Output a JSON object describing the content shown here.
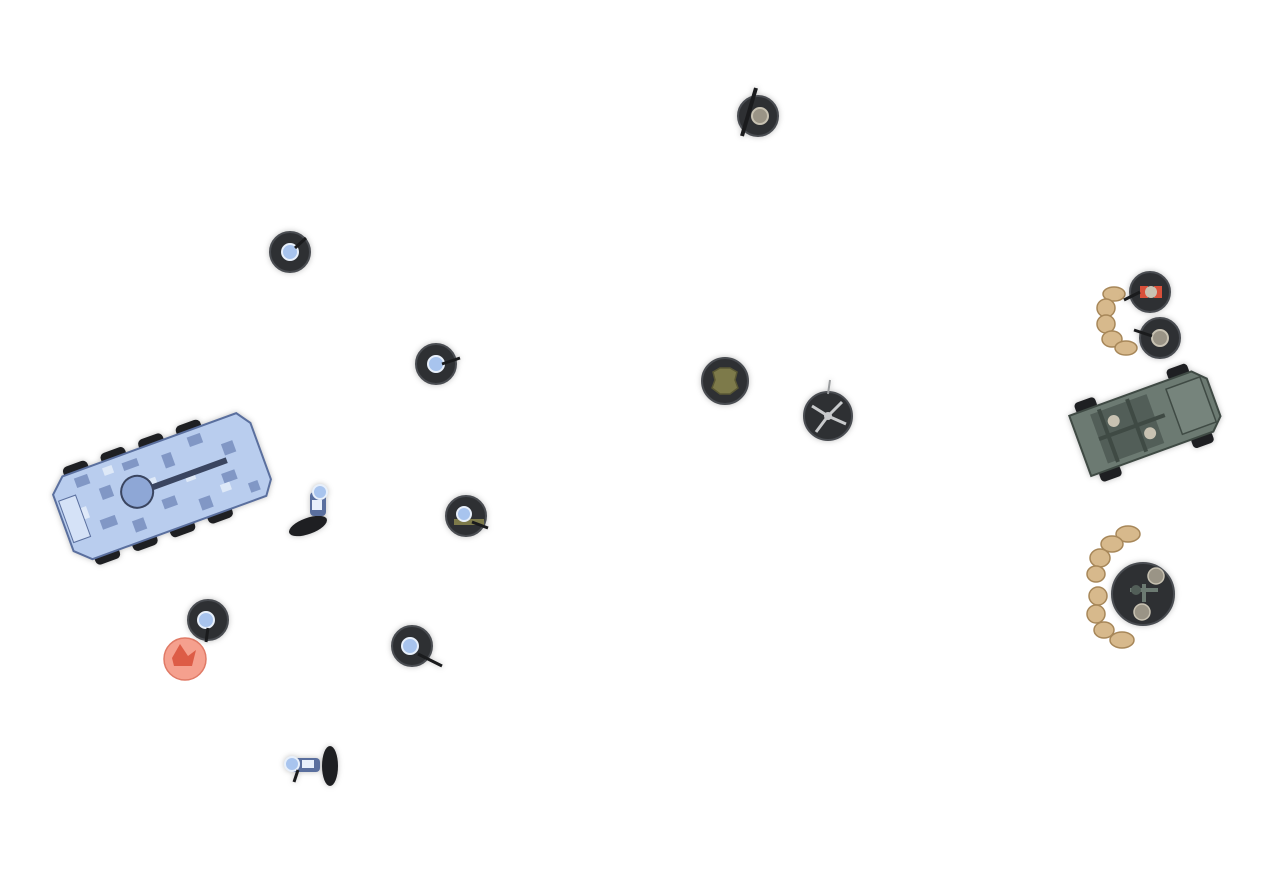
{
  "scene": "tabletop-wargame-top-down",
  "colors": {
    "base": "#2e3033",
    "base_rim": "#4a4d52",
    "blue_faction": "#a8c4ee",
    "blue_dark": "#5a6f9e",
    "grey_faction": "#6c7a72",
    "tan_sandbags": "#d7b98c",
    "objective_marker": "#f5a08e",
    "olive_crate": "#7d7a4a"
  },
  "units": [
    {
      "id": "blue-apc",
      "icon": "apc-vehicle-icon",
      "faction": "blue"
    },
    {
      "id": "blue-soldier-1",
      "icon": "infantry-base-icon",
      "faction": "blue"
    },
    {
      "id": "blue-soldier-2",
      "icon": "infantry-base-icon",
      "faction": "blue"
    },
    {
      "id": "blue-soldier-3",
      "icon": "infantry-base-icon",
      "faction": "blue"
    },
    {
      "id": "blue-soldier-4",
      "icon": "infantry-base-icon",
      "faction": "blue"
    },
    {
      "id": "blue-soldier-5",
      "icon": "infantry-base-icon",
      "faction": "blue"
    },
    {
      "id": "blue-soldier-6",
      "icon": "infantry-base-icon",
      "faction": "blue"
    },
    {
      "id": "blue-soldier-7",
      "icon": "infantry-base-icon",
      "faction": "blue"
    },
    {
      "id": "objective-marker",
      "icon": "objective-marker-icon",
      "faction": "neutral"
    },
    {
      "id": "enemy-soldier-north",
      "icon": "infantry-base-icon",
      "faction": "grey"
    },
    {
      "id": "supply-crate",
      "icon": "crate-icon",
      "faction": "neutral"
    },
    {
      "id": "enemy-rotor-drone",
      "icon": "drone-icon",
      "faction": "grey"
    },
    {
      "id": "enemy-soldier-red",
      "icon": "infantry-base-icon",
      "faction": "grey"
    },
    {
      "id": "enemy-soldier-grey",
      "icon": "infantry-base-icon",
      "faction": "grey"
    },
    {
      "id": "enemy-jeep",
      "icon": "jeep-vehicle-icon",
      "faction": "grey"
    },
    {
      "id": "enemy-mortar-team",
      "icon": "mortar-team-icon",
      "faction": "grey"
    },
    {
      "id": "sandbag-wall-north",
      "icon": "sandbag-icon",
      "faction": "neutral"
    },
    {
      "id": "sandbag-wall-south",
      "icon": "sandbag-icon",
      "faction": "neutral"
    }
  ]
}
